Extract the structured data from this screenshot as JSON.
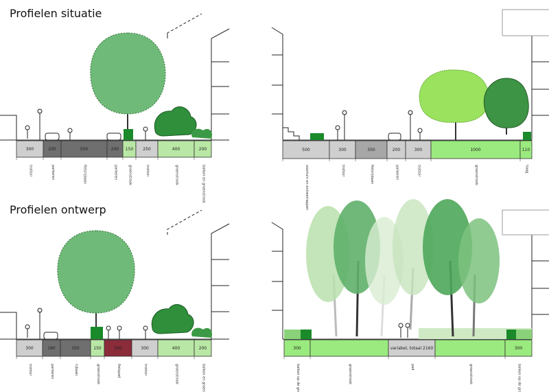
{
  "titles": {
    "situatie": "Profielen situatie",
    "ontwerp": "Profielen ontwerp"
  },
  "colors": {
    "light_grey": "#cfcfcf",
    "mid_grey": "#a7a7a7",
    "dark_grey": "#6f6f6f",
    "light_green": "#b9e7a5",
    "bright_green": "#9bea7f",
    "dark_green": "#1a8a2a",
    "bordeaux": "#8a2c3a",
    "tree_green": "#6fba78"
  },
  "panels": [
    {
      "id": "situatie-left",
      "segments": [
        {
          "label": "300",
          "color": "light_grey"
        },
        {
          "label": "200",
          "color": "dark_grey"
        },
        {
          "label": "500",
          "color": "dark_grey"
        },
        {
          "label": "200",
          "color": "dark_grey"
        },
        {
          "label": "150",
          "color": "light_green"
        },
        {
          "label": "250",
          "color": "light_grey"
        },
        {
          "label": "400",
          "color": "light_green"
        },
        {
          "label": "200",
          "color": "light_green"
        }
      ],
      "labels": [
        "trottoir",
        "parkeren",
        "fietsrijbaan",
        "parkeren",
        "groenstrook",
        "trottoir",
        "groenstrook",
        "balkon en groenstrook"
      ]
    },
    {
      "id": "situatie-right",
      "segments": [
        {
          "label": "500",
          "color": "light_grey"
        },
        {
          "label": "300",
          "color": "light_grey"
        },
        {
          "label": "350",
          "color": "mid_grey"
        },
        {
          "label": "200",
          "color": "light_grey"
        },
        {
          "label": "300",
          "color": "light_grey"
        },
        {
          "label": "1000",
          "color": "bright_green"
        },
        {
          "label": "110",
          "color": "bright_green"
        }
      ],
      "labels": [
        "voortuin en entreetrappen",
        "trottoir",
        "fietsrijbaan",
        "parkeren",
        "trottoir",
        "groenstrook",
        "haag"
      ]
    },
    {
      "id": "ontwerp-left",
      "segments": [
        {
          "label": "300",
          "color": "light_grey"
        },
        {
          "label": "180",
          "color": "dark_grey"
        },
        {
          "label": "350",
          "color": "dark_grey"
        },
        {
          "label": "150",
          "color": "light_green"
        },
        {
          "label": "300",
          "color": "bordeaux"
        },
        {
          "label": "300",
          "color": "light_grey"
        },
        {
          "label": "400",
          "color": "light_green"
        },
        {
          "label": "200",
          "color": "light_green"
        }
      ],
      "labels": [
        "trottoir",
        "parkeren",
        "rijbaan",
        "groenstrook",
        "fietspad",
        "trottoir",
        "groenstrook",
        "balkon en groenstrook"
      ]
    },
    {
      "id": "ontwerp-right",
      "segments": [
        {
          "label": "300",
          "color": "bright_green"
        },
        {
          "label": "",
          "color": "bright_green"
        },
        {
          "label": "variabel, totaal 2160",
          "color": "light_grey"
        },
        {
          "label": "",
          "color": "bright_green"
        },
        {
          "label": "300",
          "color": "bright_green"
        }
      ],
      "labels": [
        "balkon op de grond",
        "groenstrook",
        "pad",
        "groenstrook",
        "balkon op de grond"
      ]
    }
  ]
}
